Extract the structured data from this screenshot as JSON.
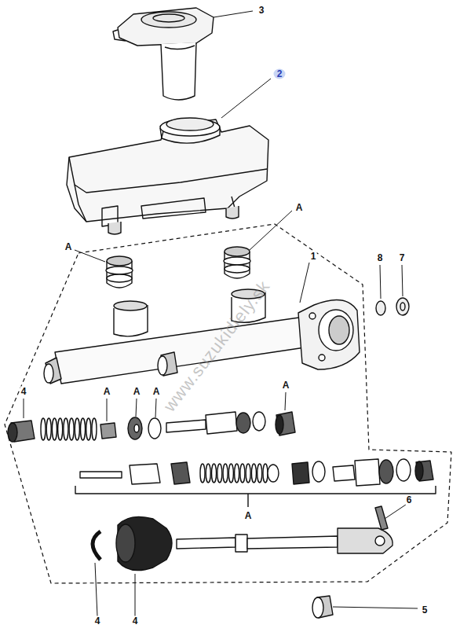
{
  "diagram": {
    "labels": [
      "3",
      "2",
      "A",
      "A",
      "1",
      "8",
      "7",
      "4",
      "A",
      "A",
      "A",
      "A",
      "A",
      "6",
      "4",
      "4",
      "5",
      "www.suzukidiely.sk"
    ]
  }
}
